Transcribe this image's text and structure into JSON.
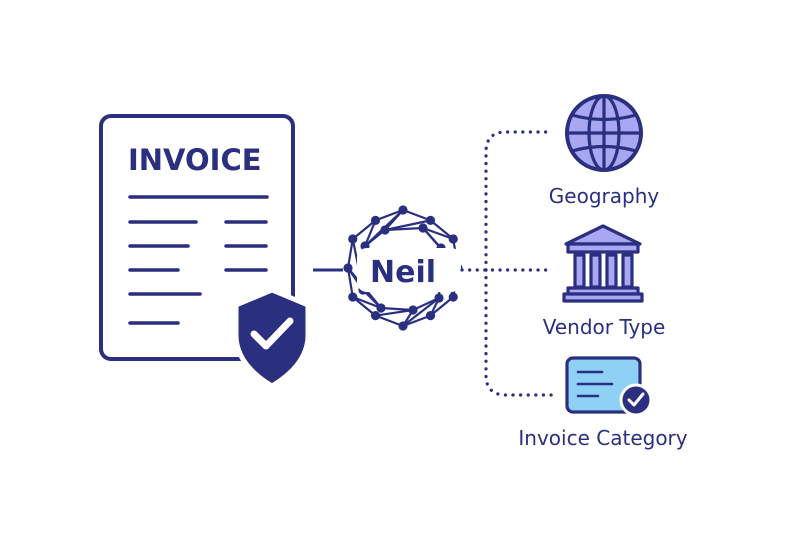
{
  "document": {
    "title": "INVOICE"
  },
  "hub": {
    "label": "Neil"
  },
  "outputs": [
    {
      "label": "Geography",
      "icon": "globe-icon"
    },
    {
      "label": "Vendor Type",
      "icon": "bank-building-icon"
    },
    {
      "label": "Invoice Category",
      "icon": "document-card-check-icon"
    }
  ],
  "icons": {
    "shield": "shield-check-icon"
  },
  "colors": {
    "navy": "#2b2f80",
    "lavender": "#a9a6f2",
    "light_blue": "#8fd0f5",
    "white": "#ffffff"
  }
}
